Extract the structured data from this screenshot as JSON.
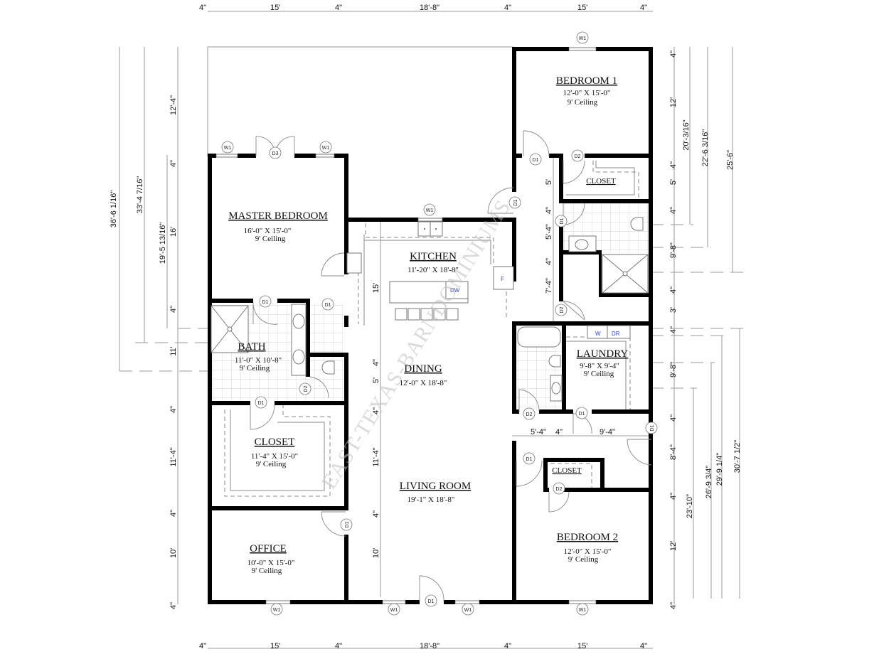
{
  "plan": {
    "watermark": "EAST-TEXAS-BARNDOMINIUMS",
    "colors": {
      "wall": "#000000",
      "dim_line": "#9a9a9a",
      "appliance_label": "#3344cc",
      "watermark": "#bdbdbd"
    }
  },
  "dimensions": {
    "top": [
      "4\"",
      "15'",
      "4\"",
      "18'-8\"",
      "4\"",
      "15'",
      "4\""
    ],
    "bottom": [
      "4\"",
      "15'",
      "4\"",
      "18'-8\"",
      "4\"",
      "15'",
      "4\""
    ],
    "left_chain": [
      "12'-4\"",
      "4\"",
      "16'",
      "4\"",
      "11'",
      "4\"",
      "11'-4\"",
      "4\"",
      "10'",
      "4\""
    ],
    "left_totals": [
      "36'-6 1/16\"",
      "33'-4 7/16\"",
      "19'-5 13/16\""
    ],
    "right_chain": [
      "4\"",
      "12'",
      "4\"",
      "5'",
      "4\"",
      "9'-8\"",
      "4\"",
      "3'",
      "4\"",
      "9'-8\"",
      "4\"",
      "8'-4\"",
      "4\"",
      "12'",
      "4\""
    ],
    "right_totals_upper": [
      "20'-3/16\"",
      "22'-6 3/16\"",
      "25'-6\""
    ],
    "right_totals_lower": [
      "23'-10\"",
      "26'-9 3/4\"",
      "29'-9 1/4\"",
      "30'-7 1/2\""
    ],
    "center_chain": [
      "15'",
      "4\"",
      "5'",
      "4\"",
      "11'-4\"",
      "4\"",
      "10'"
    ],
    "hall_chain": [
      "5'",
      "4\"",
      "5'-4\"",
      "4\"",
      "7'-4\""
    ],
    "hall_horizontal": [
      "5'-4\"",
      "4\"",
      "9'-4\""
    ]
  },
  "rooms": {
    "bedroom1": {
      "name": "BEDROOM 1",
      "size": "12'-0\" X 15'-0\"",
      "ceiling": "9' Ceiling"
    },
    "master": {
      "name": "MASTER BEDROOM",
      "size": "16'-0\" X 15'-0\"",
      "ceiling": "9' Ceiling"
    },
    "kitchen": {
      "name": "KITCHEN",
      "size": "11'-20\" X 18'-8\""
    },
    "bath": {
      "name": "BATH",
      "size": "11'-0\" X 10'-8\"",
      "ceiling": "9' Ceiling"
    },
    "dining": {
      "name": "DINING",
      "size": "12'-0\" X 18'-8\""
    },
    "closet_master": {
      "name": "CLOSET",
      "size": "11'-4\" X 15'-0\"",
      "ceiling": "9' Ceiling"
    },
    "living": {
      "name": "LIVING ROOM",
      "size": "19'-1\" X 18'-8\""
    },
    "office": {
      "name": "OFFICE",
      "size": "10'-0\" X 15'-0\"",
      "ceiling": "9' Ceiling"
    },
    "laundry": {
      "name": "LAUNDRY",
      "size": "9'-8\" X 9'-4\"",
      "ceiling": "9' Ceiling"
    },
    "bedroom2": {
      "name": "BEDROOM 2",
      "size": "12'-0\" X 15'-0\"",
      "ceiling": "9' Ceiling"
    },
    "closet_bed1": {
      "name": "CLOSET"
    },
    "closet_bed2": {
      "name": "CLOSET"
    }
  },
  "tags": {
    "w1": "W1",
    "d1": "D1",
    "d2": "D2",
    "d3": "D3"
  },
  "appliances": {
    "dw": "DW",
    "fridge": "F",
    "washer": "W",
    "dryer": "DR"
  }
}
